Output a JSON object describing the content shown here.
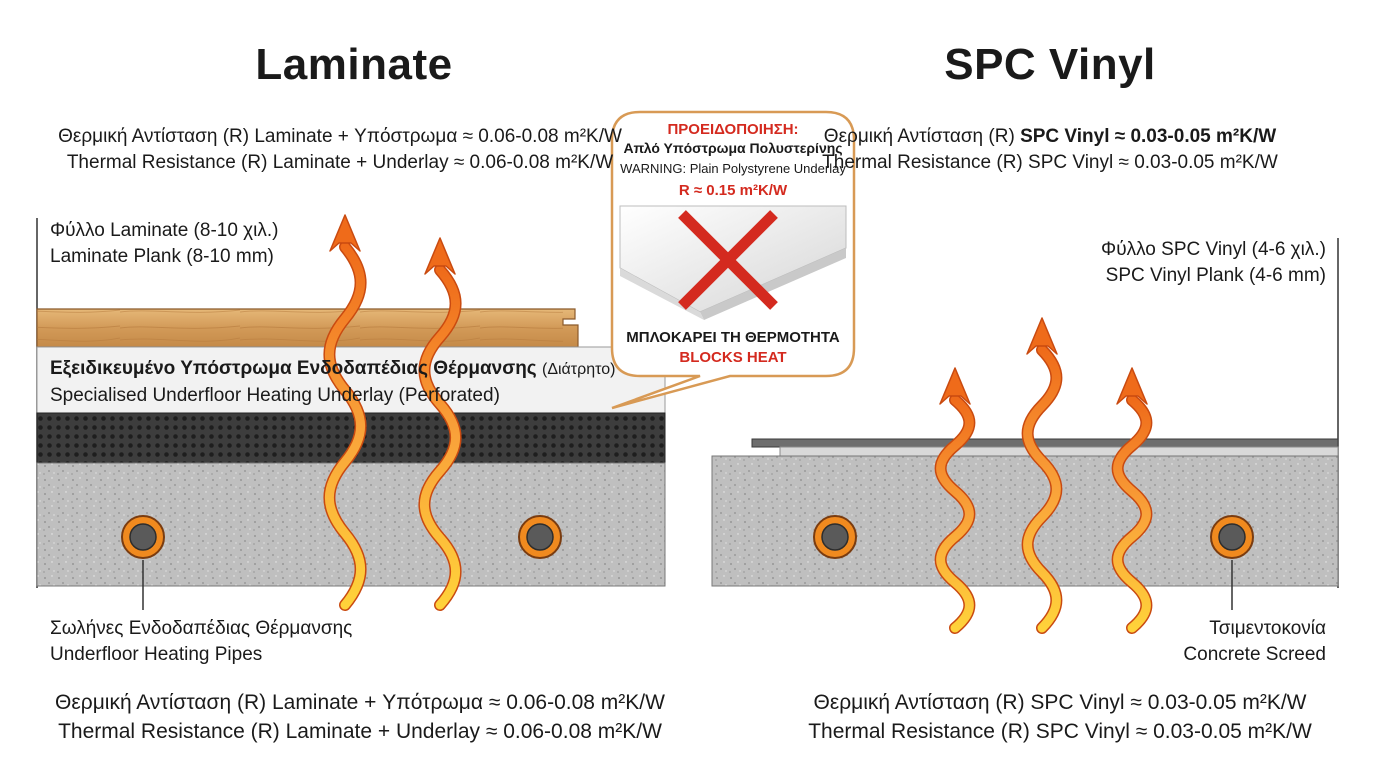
{
  "laminate": {
    "title": "Laminate",
    "top_gr": "Θερμική Αντίσταση (R) Laminate + Υπόστρωμα ≈ 0.06-0.08 m²K/W",
    "top_en": "Thermal Resistance (R) Laminate + Underlay ≈ 0.06-0.08 m²K/W",
    "plank_gr": "Φύλλο Laminate (8-10 χιλ.)",
    "plank_en": "Laminate Plank (8-10 mm)",
    "underlay_gr": "Εξειδικευμένο Υπόστρωμα Ενδοδαπέδιας Θέρμανσης",
    "underlay_gr_note": "(Διάτρητο)",
    "underlay_en": "Specialised Underfloor Heating Underlay (Perforated)",
    "pipes_gr": "Σωλήνες Ενδοδαπέδιας Θέρμανσης",
    "pipes_en": "Underfloor Heating Pipes",
    "bottom_gr": "Θερμική Αντίσταση (R) Laminate + Υπότρωμα ≈ 0.06-0.08 m²K/W",
    "bottom_en": "Thermal Resistance (R) Laminate + Underlay ≈ 0.06-0.08 m²K/W"
  },
  "spc": {
    "title": "SPC Vinyl",
    "top_gr_prefix": "Θερμική Αντίσταση (R)",
    "top_gr_bold": "SPC Vinyl ≈ 0.03-0.05 m²K/W",
    "top_en": "Thermal Resistance (R) SPC Vinyl ≈ 0.03-0.05 m²K/W",
    "plank_gr": "Φύλλο SPC Vinyl (4-6 χιλ.)",
    "plank_en": "SPC Vinyl Plank (4-6 mm)",
    "screed_gr": "Τσιμεντοκονία",
    "screed_en": "Concrete Screed",
    "bottom_gr": "Θερμική Αντίσταση (R) SPC Vinyl ≈ 0.03-0.05 m²K/W",
    "bottom_en": "Thermal Resistance (R) SPC Vinyl ≈ 0.03-0.05 m²K/W"
  },
  "warning": {
    "heading": "ΠΡΟΕΙΔΟΠΟΙΗΣΗ:",
    "sub_gr": "Απλό Υπόστρωμα Πολυστερίνης",
    "sub_en": "WARNING: Plain Polystyrene Underlay",
    "r_value": "R ≈ 0.15 m²K/W",
    "blocks_gr": "ΜΠΛΟΚΑΡΕΙ ΤΗ ΘΕΡΜΟΤΗΤΑ",
    "blocks_en": "BLOCKS HEAT"
  },
  "colors": {
    "warning_red": "#d42a1f",
    "callout_border": "#d89a55",
    "wood": "#d9a766",
    "concrete": "#bdbdbd",
    "heat_orange": "#f37a1f",
    "heat_yellow": "#ffd23a",
    "pipe_ring": "#f08a1f",
    "pipe_core": "#5a5a5a"
  },
  "icons": {
    "heat_arrow": "wavy-heat-arrow-icon",
    "pipe": "pipe-cross-section-icon",
    "block": "red-x-icon"
  }
}
